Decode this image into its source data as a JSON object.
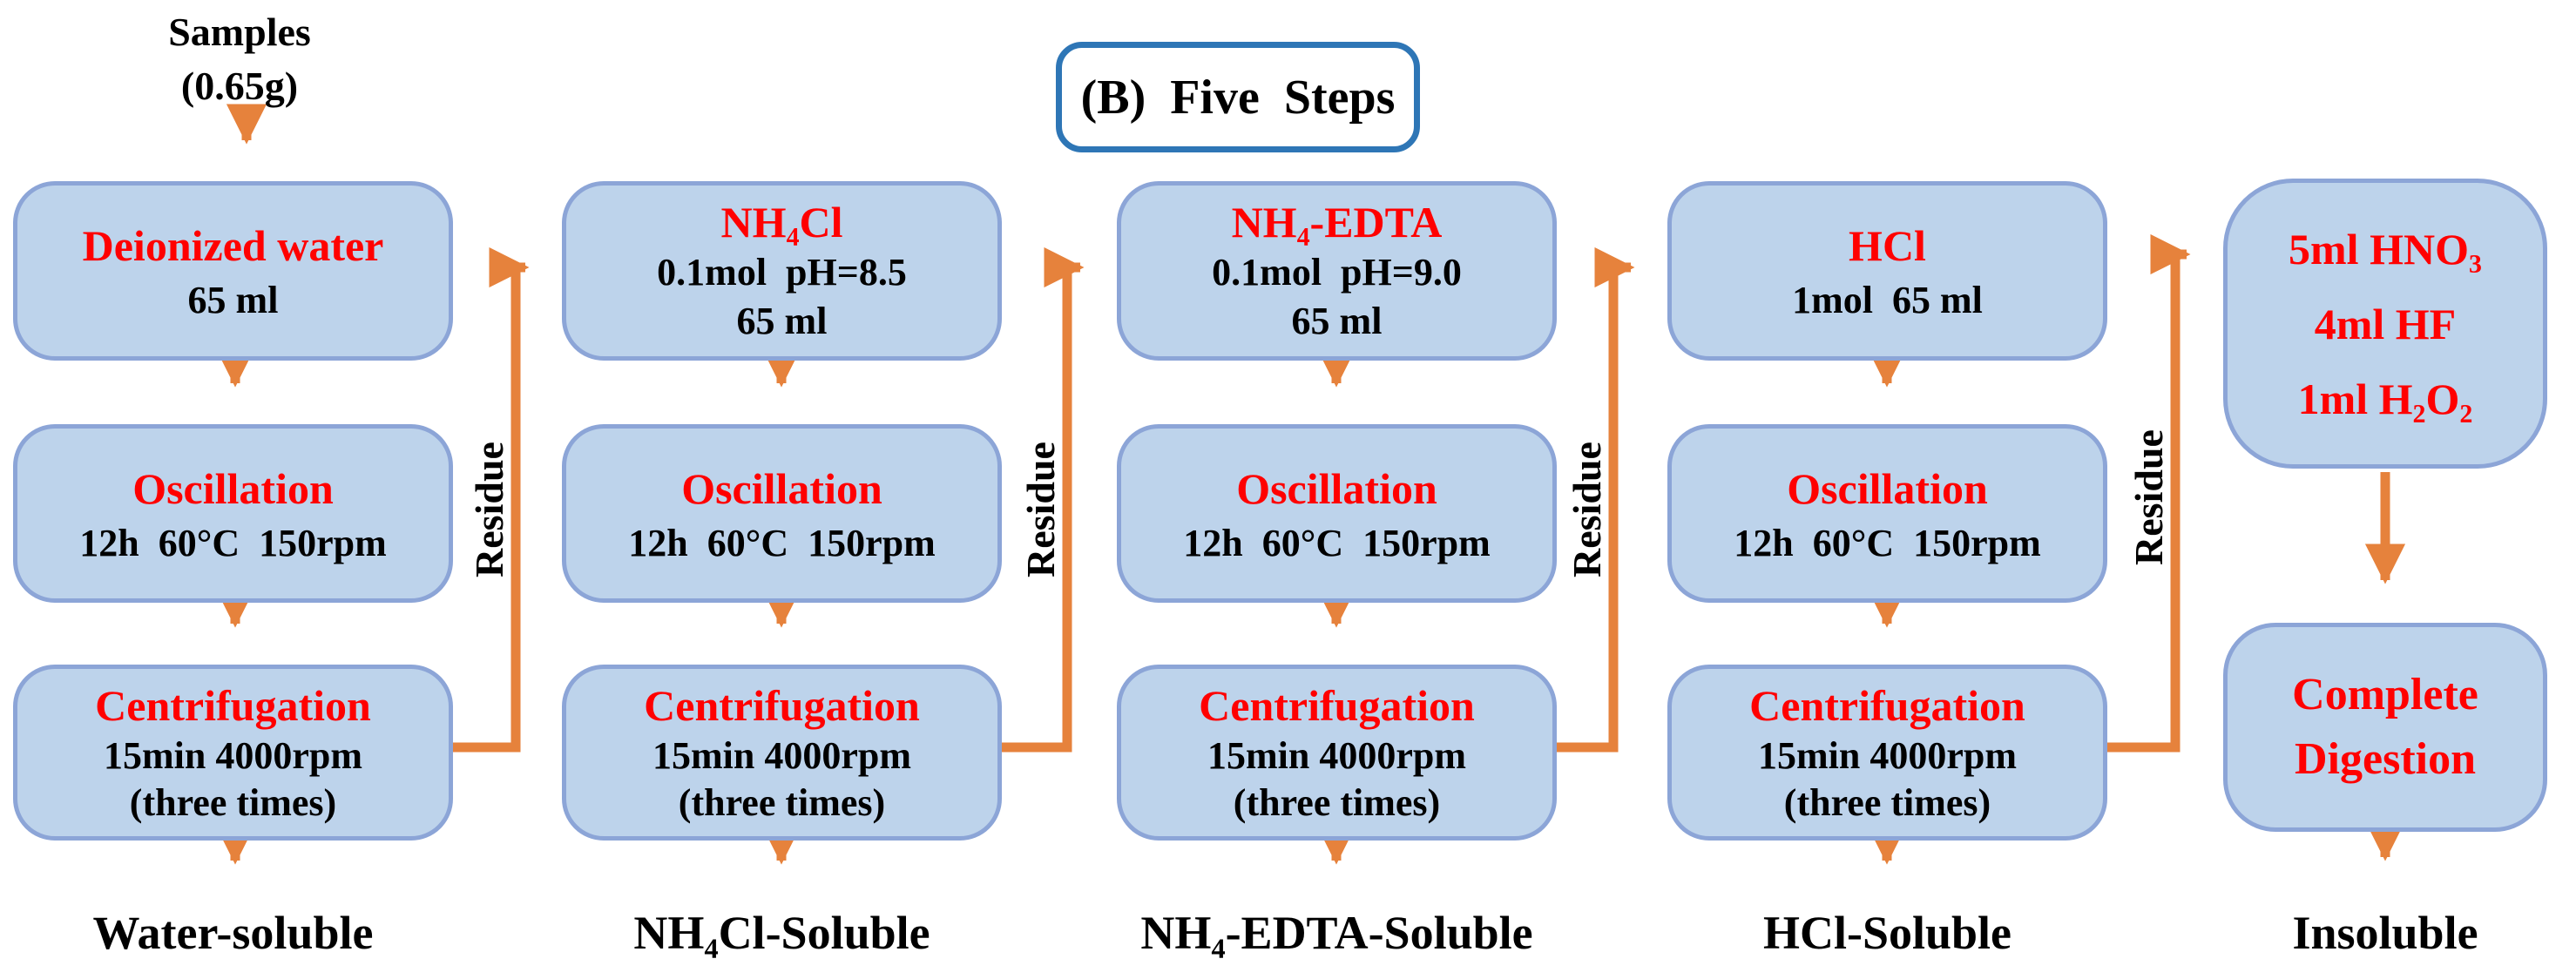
{
  "figure_title": "(B)  Five  Steps",
  "input": {
    "line1": "Samples",
    "line2": "(0.65g)"
  },
  "residue_label": "Residue",
  "colors": {
    "box_fill": "#BDD3EB",
    "box_border": "#8CA5D7",
    "arrow": "#E6823C",
    "title_border": "#2E76B6",
    "emphasis_text": "#FF0000",
    "body_text": "#000000"
  },
  "columns": [
    {
      "box1": [
        "Deionized water",
        "65 ml"
      ],
      "box2": [
        "Oscillation",
        "12h  60°C  150rpm"
      ],
      "box3": [
        "Centrifugation",
        "15min 4000rpm",
        "(three times)"
      ],
      "output": "Water-soluble"
    },
    {
      "box1": [
        "NH₄Cl",
        "0.1mol  pH=8.5",
        "65 ml"
      ],
      "box2": [
        "Oscillation",
        "12h  60°C  150rpm"
      ],
      "box3": [
        "Centrifugation",
        "15min 4000rpm",
        "(three times)"
      ],
      "output": "NH₄Cl-Soluble"
    },
    {
      "box1": [
        "NH₄-EDTA",
        "0.1mol  pH=9.0",
        "65 ml"
      ],
      "box2": [
        "Oscillation",
        "12h  60°C  150rpm"
      ],
      "box3": [
        "Centrifugation",
        "15min 4000rpm",
        "(three times)"
      ],
      "output": "NH₄-EDTA-Soluble"
    },
    {
      "box1": [
        "HCl",
        "1mol  65 ml"
      ],
      "box2": [
        "Oscillation",
        "12h  60°C  150rpm"
      ],
      "box3": [
        "Centrifugation",
        "15min 4000rpm",
        "(three times)"
      ],
      "output": "HCl-Soluble"
    },
    {
      "box1": [
        "5ml HNO₃",
        "4ml HF",
        "1ml H₂O₂"
      ],
      "box2": [
        "Complete",
        "Digestion"
      ],
      "output": "Insoluble"
    }
  ]
}
